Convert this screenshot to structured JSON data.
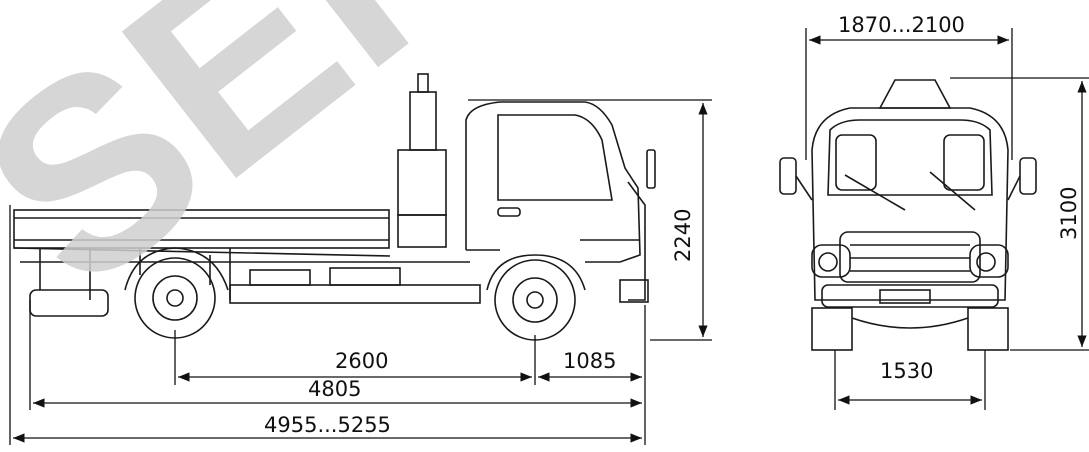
{
  "dimensions": {
    "side_wheelbase": "2600",
    "side_front_overhang": "1085",
    "side_frame_length": "4805",
    "side_total_length": "4955...5255",
    "side_height": "2240",
    "front_width": "1870...2100",
    "front_track": "1530",
    "front_height": "3100"
  },
  "watermark": "SER",
  "colors": {
    "line": "#1a1a1a",
    "watermark": "#cfcfcf"
  }
}
